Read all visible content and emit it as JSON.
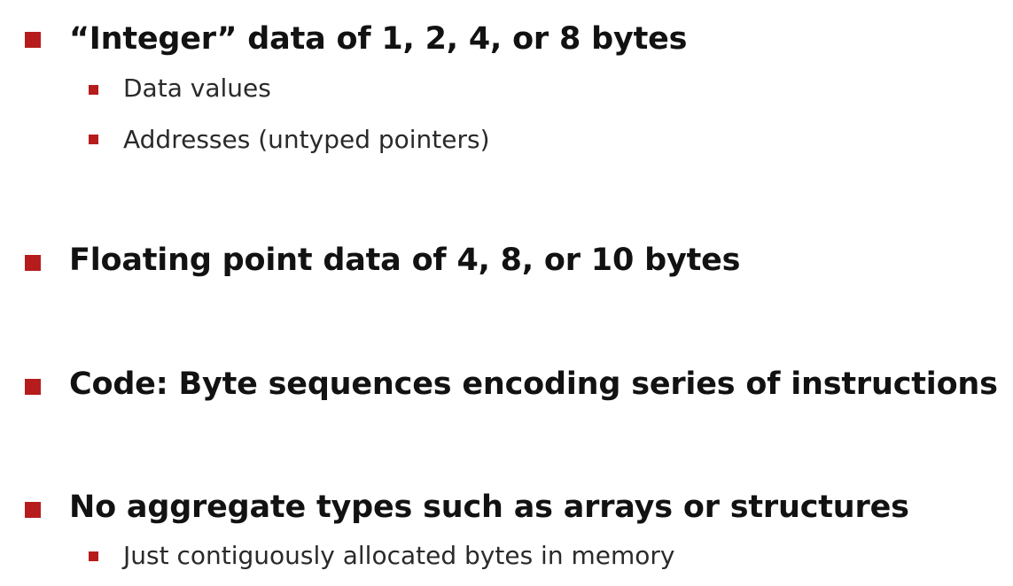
{
  "slide": {
    "bullets": [
      {
        "text": "“Integer” data of 1, 2, 4, or 8 bytes",
        "sub": [
          {
            "text": "Data values"
          },
          {
            "text": "Addresses (untyped pointers)"
          }
        ]
      },
      {
        "text": "Floating point data of 4, 8, or 10 bytes",
        "sub": []
      },
      {
        "text": "Code: Byte sequences encoding series of instructions",
        "sub": []
      },
      {
        "text": "No aggregate types such as arrays or structures",
        "sub": [
          {
            "text": "Just contiguously allocated bytes in memory"
          }
        ]
      }
    ],
    "accent_color": "#b71c1c"
  }
}
